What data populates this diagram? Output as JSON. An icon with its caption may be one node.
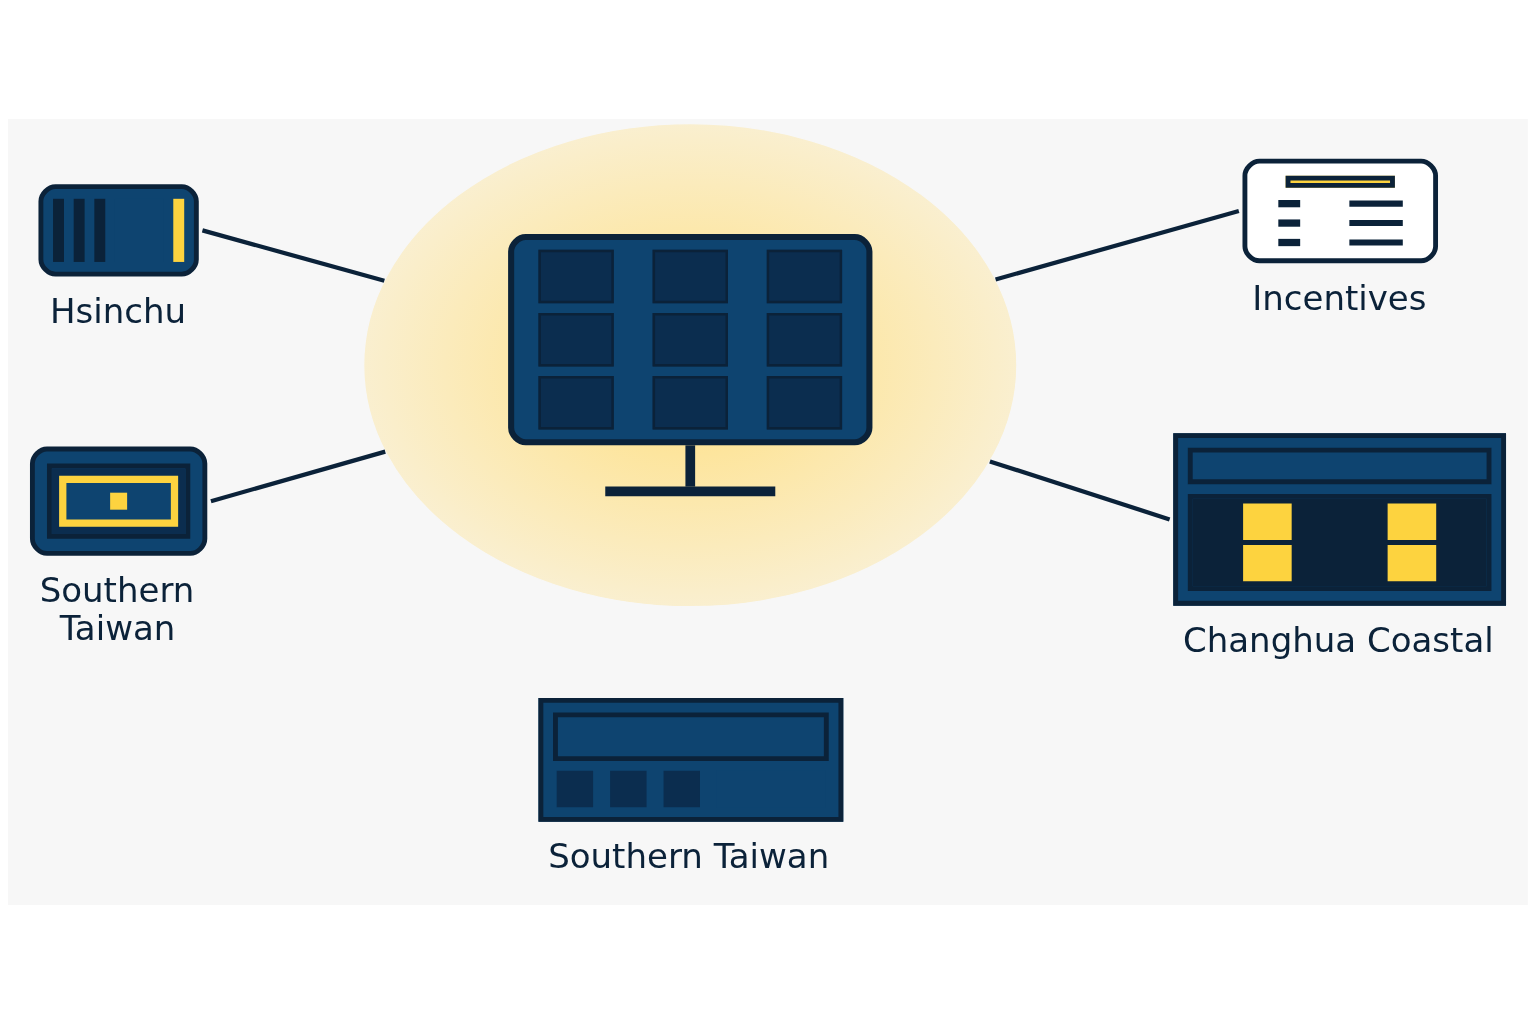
{
  "diagram": {
    "nodes": [
      {
        "text": [
          "Hsinchu"
        ]
      },
      {
        "text": [
          "Incentives"
        ]
      },
      {
        "text": [],
        "shape": "picture"
      },
      {
        "text": [
          "Southern Taiwan"
        ]
      },
      {
        "text": [
          "Changhua Coastal"
        ]
      },
      {
        "text": [
          "Southern Taiwan"
        ]
      }
    ],
    "edges": [
      {
        "from": 0,
        "to": 2,
        "arrow": "none"
      },
      {
        "from": 2,
        "to": 1,
        "arrow": "none"
      },
      {
        "from": 3,
        "to": 2,
        "arrow": "none"
      },
      {
        "from": 2,
        "to": 4,
        "arrow": "none"
      }
    ]
  }
}
